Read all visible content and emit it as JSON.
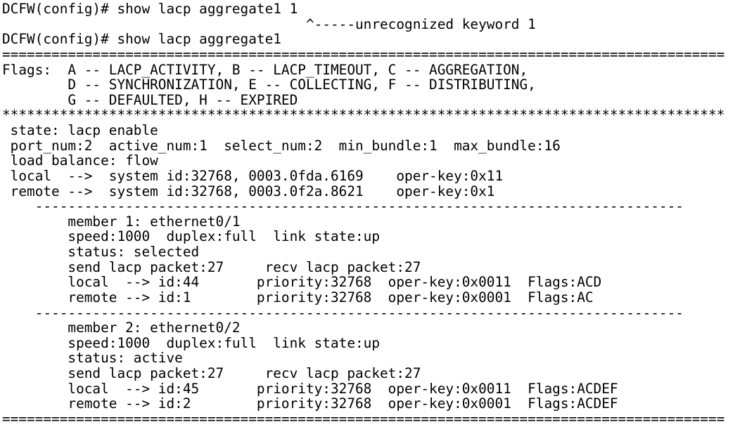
{
  "terminal": {
    "colors": {
      "background": "#ffffff",
      "text": "#000000"
    },
    "prompt": "DCFW(config)#",
    "lines": [
      "DCFW(config)# show lacp aggregate1 1",
      "                                     ^-----unrecognized keyword 1",
      "DCFW(config)# show lacp aggregate1",
      "========================================================================================",
      "Flags:  A -- LACP_ACTIVITY, B -- LACP_TIMEOUT, C -- AGGREGATION,",
      "        D -- SYNCHRONIZATION, E -- COLLECTING, F -- DISTRIBUTING,",
      "        G -- DEFAULTED, H -- EXPIRED",
      "****************************************************************************************",
      " state: lacp enable",
      " port_num:2  active_num:1  select_num:2  min_bundle:1  max_bundle:16",
      " load balance: flow",
      " local  -->  system id:32768, 0003.0fda.6169    oper-key:0x11",
      " remote -->  system id:32768, 0003.0f2a.8621    oper-key:0x1",
      "    -------------------------------------------------------------------------------",
      "        member 1: ethernet0/1",
      "        speed:1000  duplex:full  link state:up",
      "        status: selected",
      "        send lacp packet:27     recv lacp packet:27",
      "        local  --> id:44       priority:32768  oper-key:0x0011  Flags:ACD",
      "        remote --> id:1        priority:32768  oper-key:0x0001  Flags:AC",
      "    -------------------------------------------------------------------------------",
      "        member 2: ethernet0/2",
      "        speed:1000  duplex:full  link state:up",
      "        status: active",
      "        send lacp packet:27     recv lacp packet:27",
      "        local  --> id:45       priority:32768  oper-key:0x0011  Flags:ACDEF",
      "        remote --> id:2        priority:32768  oper-key:0x0001  Flags:ACDEF",
      "========================================================================================"
    ]
  }
}
